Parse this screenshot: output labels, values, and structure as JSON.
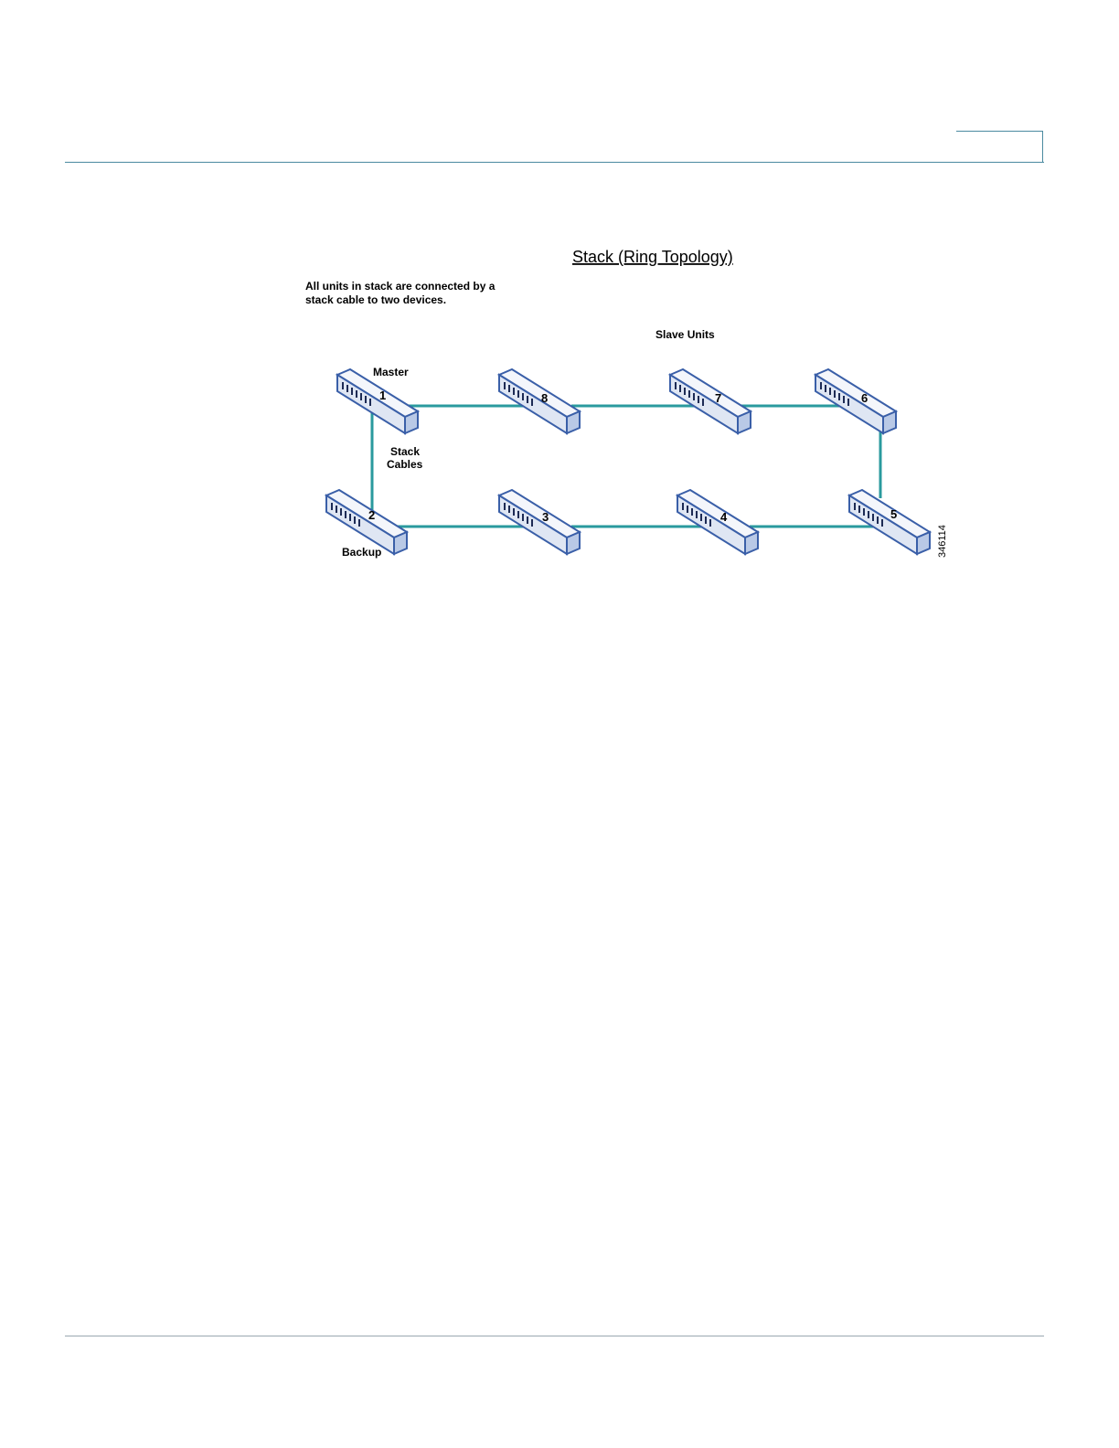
{
  "colors": {
    "cable": "#2a9a9e",
    "device_top": "#f2f5fb",
    "device_side": "#c9d6ec",
    "device_outline": "#3a5fa8",
    "rule": "#4a8aa0"
  },
  "figure": {
    "title": "Stack (Ring Topology)",
    "description_line1": "All units in stack are connected by a",
    "description_line2": "stack cable to two devices.",
    "slave_units_label": "Slave Units",
    "master_label": "Master",
    "backup_label": "Backup",
    "stack_cables_line1": "Stack",
    "stack_cables_line2": "Cables",
    "figure_id": "346114",
    "units": [
      {
        "id": "unit-1",
        "number": "1"
      },
      {
        "id": "unit-8",
        "number": "8"
      },
      {
        "id": "unit-7",
        "number": "7"
      },
      {
        "id": "unit-6",
        "number": "6"
      },
      {
        "id": "unit-2",
        "number": "2"
      },
      {
        "id": "unit-3",
        "number": "3"
      },
      {
        "id": "unit-4",
        "number": "4"
      },
      {
        "id": "unit-5",
        "number": "5"
      }
    ]
  }
}
